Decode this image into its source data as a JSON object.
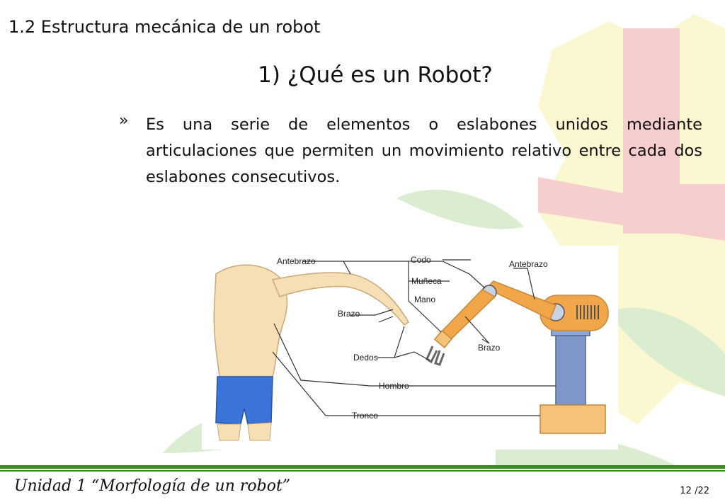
{
  "header": {
    "section_title": "1.2 Estructura mecánica de un robot",
    "slide_heading": "1) ¿Qué es un Robot?"
  },
  "content": {
    "bullet_symbol": "»",
    "bullet_text": "Es una serie de elementos o eslabones unidos mediante articulaciones que permiten un movimiento relativo entre cada dos eslabones consecutivos."
  },
  "diagram": {
    "labels": {
      "antebrazo_left": "Antebrazo",
      "codo": "Codo",
      "antebrazo_right": "Antebrazo",
      "muneca": "Muñeca",
      "mano": "Mano",
      "brazo_left": "Brazo",
      "brazo_right": "Brazo",
      "dedos": "Dedos",
      "hombro": "Hombro",
      "tronco": "Tronco"
    },
    "colors": {
      "skin": "#f6dfb4",
      "shorts": "#3a74d8",
      "robot_orange": "#f2a64a",
      "robot_base": "#f5c27a",
      "robot_column": "#7f97c8"
    }
  },
  "footer": {
    "unit": "Unidad 1 “Morfología de un robot”",
    "page": "12 /22"
  }
}
